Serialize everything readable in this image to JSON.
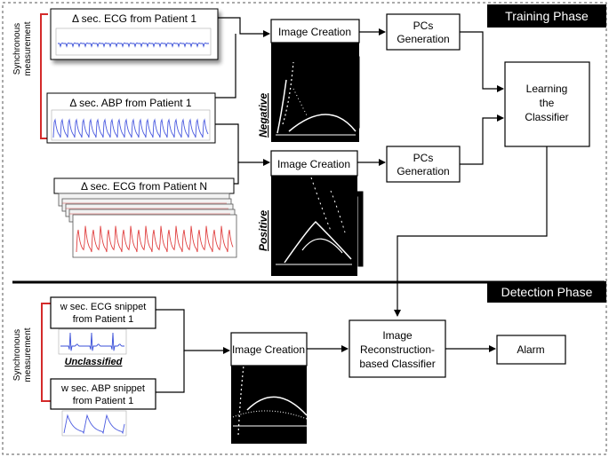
{
  "phases": {
    "training": "Training Phase",
    "detection": "Detection Phase"
  },
  "side_labels": {
    "sync_top_line1": "Synchronous",
    "sync_top_line2": "measurement",
    "sync_bottom_line1": "Synchronous",
    "sync_bottom_line2": "measurement"
  },
  "signals": {
    "ecg_patient1": "Δ sec. ECG from Patient 1",
    "abp_patient1": "Δ sec. ABP from Patient 1",
    "ecg_patientN": "Δ sec. ECG from Patient N",
    "ecg_snippet_line1": "w sec. ECG  snippet",
    "ecg_snippet_line2": "from Patient 1",
    "abp_snippet_line1": "w sec. ABP snippet",
    "abp_snippet_line2": "from Patient 1"
  },
  "labels": {
    "negative": "Negative",
    "positive": "Positive",
    "unclassified": "Unclassified"
  },
  "boxes": {
    "image_creation_1": "Image Creation",
    "image_creation_2": "Image Creation",
    "image_creation_3": "Image Creation",
    "pcs_gen_1_line1": "PCs",
    "pcs_gen_1_line2": "Generation",
    "pcs_gen_2_line1": "PCs",
    "pcs_gen_2_line2": "Generation",
    "learning_line1": "Learning",
    "learning_line2": "the",
    "learning_line3": "Classifier",
    "recon_line1": "Image",
    "recon_line2": "Reconstruction-",
    "recon_line3": "based Classifier",
    "alarm": "Alarm"
  },
  "colors": {
    "ecg_blue": "#3a4fd8",
    "abp_blue": "#4a5ae0",
    "ecg_red": "#e04040",
    "bracket_red": "#d42a2a",
    "phase_banner": "#000000"
  }
}
